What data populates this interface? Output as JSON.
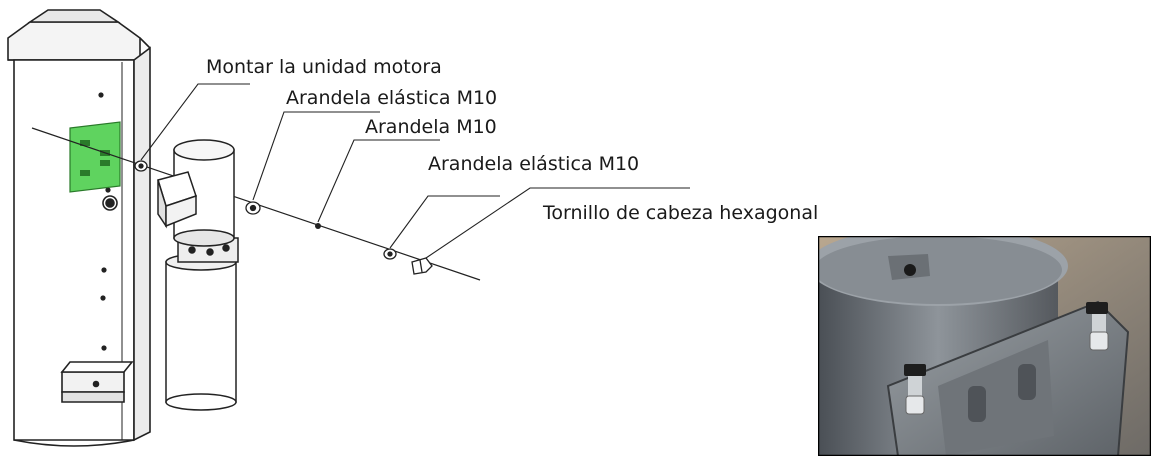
{
  "callouts": {
    "mount_motor_unit": "Montar la unidad motora",
    "spring_washer_1": "Arandela elástica M10",
    "washer": "Arandela M10",
    "spring_washer_2": "Arandela elástica M10",
    "hex_bolt": "Tornillo de cabeza hexagonal"
  },
  "colors": {
    "line": "#222222",
    "mount_plate": "#5fd35f",
    "photo_bg": "#3a3a3a",
    "photo_metal": "#8a8f94"
  }
}
